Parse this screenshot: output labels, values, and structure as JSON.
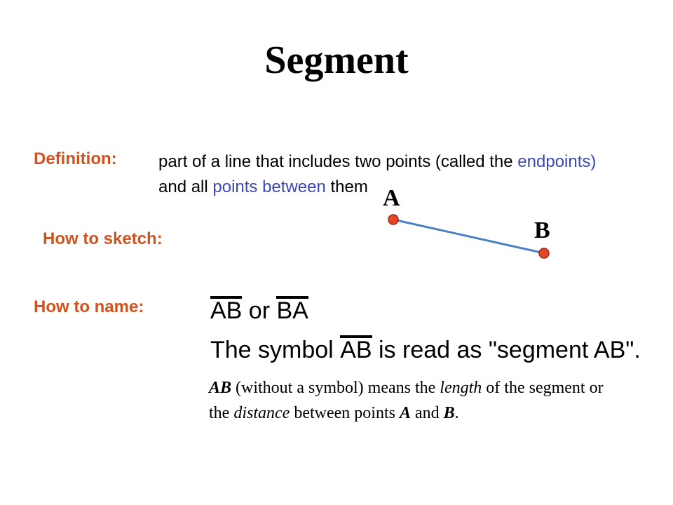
{
  "title": "Segment",
  "definition": {
    "label": "Definition:",
    "text_1": "part of a line that includes two points (called the ",
    "term_1": "endpoints)",
    "text_2": " and all ",
    "term_2": "points between",
    "text_3": " them"
  },
  "sketch": {
    "label": "How to sketch:",
    "point_a": "A",
    "point_b": "B",
    "colors": {
      "line": "#4a80c4",
      "point_fill": "#e8442a",
      "point_stroke": "#9a2a14"
    }
  },
  "naming": {
    "label": "How to name:",
    "option_1": "AB",
    "connector": " or ",
    "option_2": "BA",
    "symbol_prefix": "The symbol ",
    "symbol": "AB",
    "symbol_suffix": " is read as \"segment AB\".",
    "length_sentence": {
      "s1": "AB",
      "s2": " (without a symbol) means the ",
      "s3": "length",
      "s4": " of the segment or the ",
      "s5": "distance",
      "s6": " between points ",
      "s7": "A",
      "s8": " and ",
      "s9": "B",
      "s10": "."
    }
  },
  "colors": {
    "label": "#d2521e",
    "highlight": "#3a48b8"
  }
}
